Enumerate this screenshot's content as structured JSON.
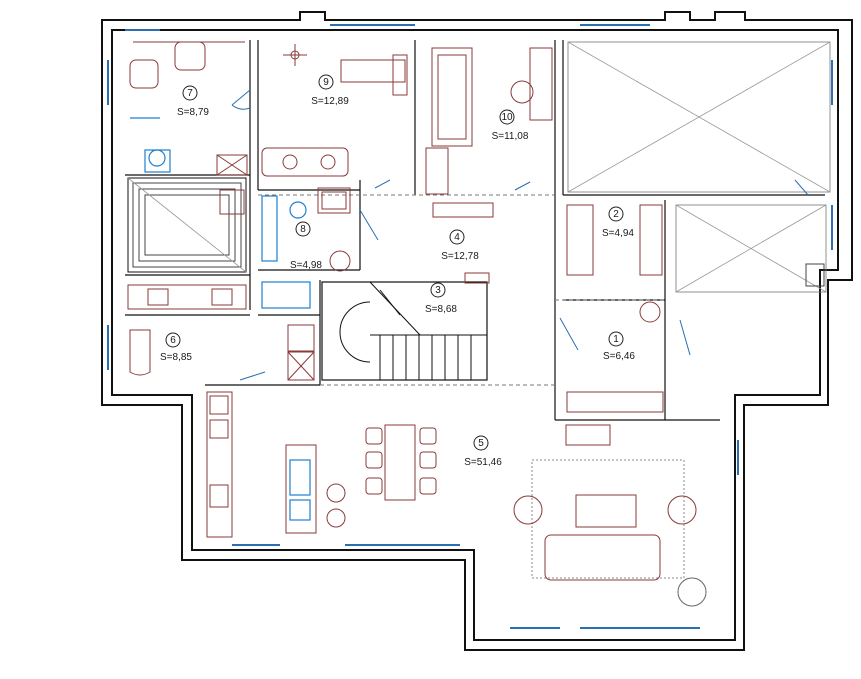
{
  "plan": {
    "rooms": [
      {
        "id": "r1",
        "number": "1",
        "area": "S=6,46"
      },
      {
        "id": "r2",
        "number": "2",
        "area": "S=4,94"
      },
      {
        "id": "r3",
        "number": "3",
        "area": "S=8,68"
      },
      {
        "id": "r4",
        "number": "4",
        "area": "S=12,78"
      },
      {
        "id": "r5",
        "number": "5",
        "area": "S=51,46"
      },
      {
        "id": "r6",
        "number": "6",
        "area": "S=8,85"
      },
      {
        "id": "r7",
        "number": "7",
        "area": "S=8,79"
      },
      {
        "id": "r8",
        "number": "8",
        "area": "S=4,98"
      },
      {
        "id": "r9",
        "number": "9",
        "area": "S=12,89"
      },
      {
        "id": "r10",
        "number": "10",
        "area": "S=11,08"
      }
    ],
    "colors": {
      "wall": "#111111",
      "furniture": "#8a3a3a",
      "plumbing": "#1f7fd0",
      "window": "#2a6fb0"
    }
  }
}
